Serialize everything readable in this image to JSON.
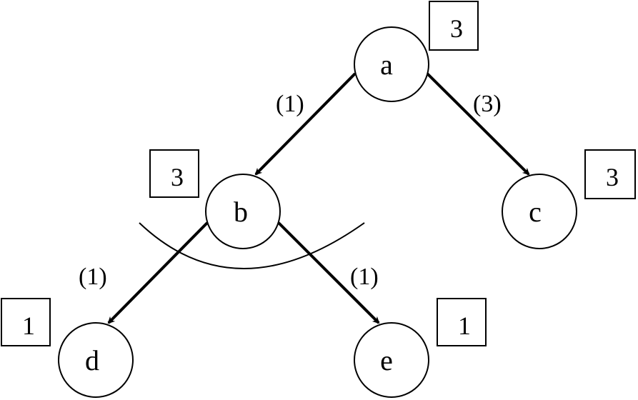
{
  "nodes": {
    "a": {
      "label": "a",
      "score": "3"
    },
    "b": {
      "label": "b",
      "score": "3"
    },
    "c": {
      "label": "c",
      "score": "3"
    },
    "d": {
      "label": "d",
      "score": "1"
    },
    "e": {
      "label": "e",
      "score": "1"
    }
  },
  "edges": {
    "a_b": {
      "weight": "(1)"
    },
    "a_c": {
      "weight": "(3)"
    },
    "b_d": {
      "weight": "(1)"
    },
    "b_e": {
      "weight": "(1)"
    }
  },
  "colors": {
    "stroke": "#000000",
    "background": "#ffffff"
  }
}
